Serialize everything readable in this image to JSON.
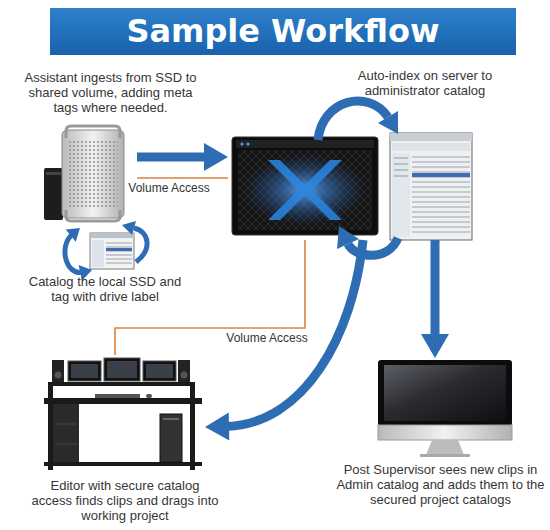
{
  "diagram": {
    "title": "Sample Workflow",
    "nodes": [
      {
        "text": [
          "Assistant ingests from SSD to shared volume, adding meta tags where needed."
        ]
      },
      {
        "text": [
          "Catalog the local SSD and tag with drive label"
        ]
      },
      {
        "text": [
          "Auto-index on server to administrator catalog"
        ]
      },
      {
        "text": [
          "Editor with secure catalog access finds clips and drags into working project"
        ]
      },
      {
        "text": [
          "Post Supervisor sees new clips in Admin catalog and adds them to the secured project catalogs"
        ]
      }
    ],
    "edges": [
      {
        "from": 0,
        "to": 2,
        "arrow": "to"
      },
      {
        "from": 0,
        "to": 2,
        "label": "Volume Access",
        "arrow": "none"
      },
      {
        "from": 0,
        "to": 1,
        "arrow": "both"
      },
      {
        "from": 2,
        "to": 4,
        "arrow": "to"
      },
      {
        "from": 2,
        "to": 3,
        "arrow": "to"
      },
      {
        "from": 2,
        "to": 3,
        "label": "Volume Access",
        "arrow": "none"
      }
    ]
  }
}
